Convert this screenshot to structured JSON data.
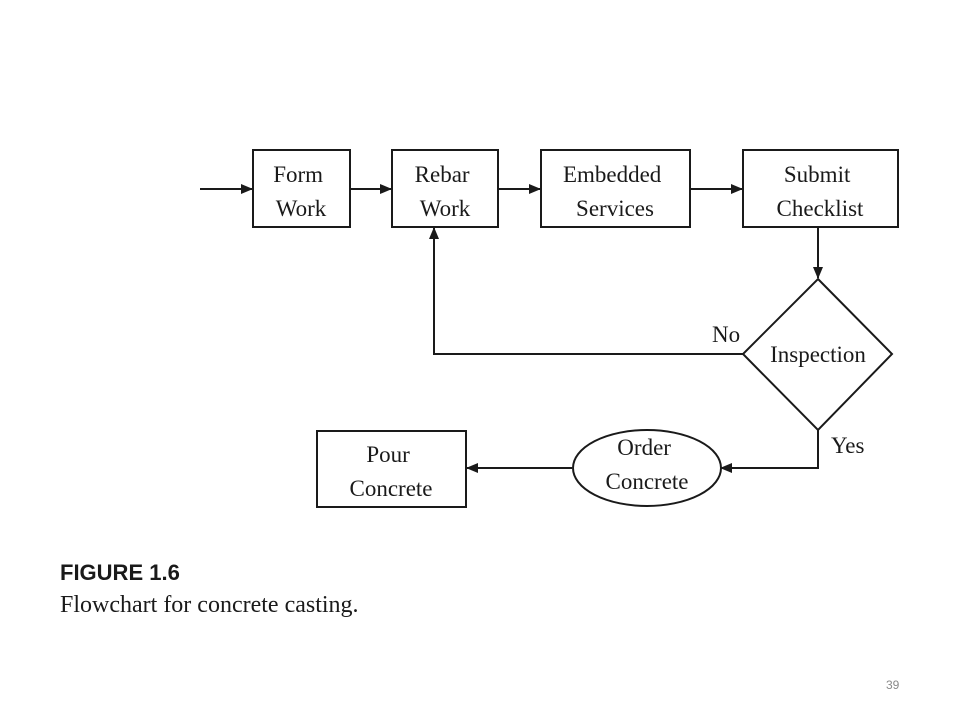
{
  "diagram": {
    "nodes": {
      "form_work": {
        "lines": [
          "Form",
          "Work"
        ]
      },
      "rebar_work": {
        "lines": [
          "Rebar",
          "Work"
        ]
      },
      "embedded_services": {
        "lines": [
          "Embedded",
          "Services"
        ]
      },
      "submit_checklist": {
        "lines": [
          "Submit",
          "Checklist"
        ]
      },
      "inspection": {
        "lines": [
          "Inspection"
        ]
      },
      "order_concrete": {
        "lines": [
          "Order",
          "Concrete"
        ]
      },
      "pour_concrete": {
        "lines": [
          "Pour",
          "Concrete"
        ]
      }
    },
    "edges": {
      "no_label": "No",
      "yes_label": "Yes"
    }
  },
  "caption": {
    "figure_label": "FIGURE 1.6",
    "text": "Flowchart for concrete casting."
  },
  "page_number": "39"
}
